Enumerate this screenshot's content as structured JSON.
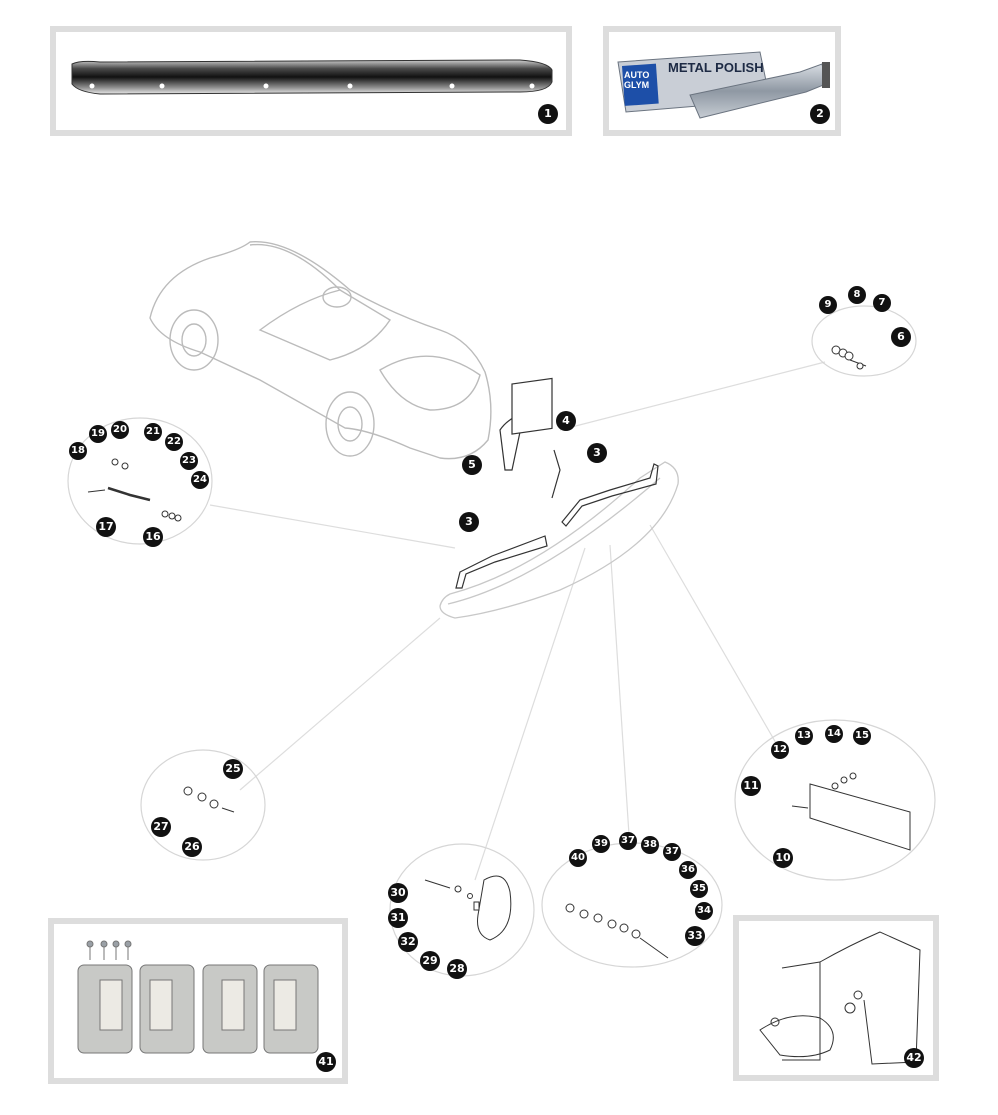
{
  "products": {
    "polish_brand": "AUTO GLYM",
    "polish_name": "METAL POLISH"
  },
  "callouts": [
    "1",
    "2",
    "3",
    "3",
    "4",
    "5",
    "6",
    "7",
    "8",
    "9",
    "10",
    "11",
    "12",
    "13",
    "14",
    "15",
    "16",
    "17",
    "18",
    "19",
    "20",
    "21",
    "22",
    "23",
    "24",
    "25",
    "26",
    "27",
    "28",
    "29",
    "30",
    "31",
    "32",
    "33",
    "34",
    "35",
    "36",
    "37",
    "37",
    "38",
    "39",
    "40",
    "41",
    "42"
  ]
}
